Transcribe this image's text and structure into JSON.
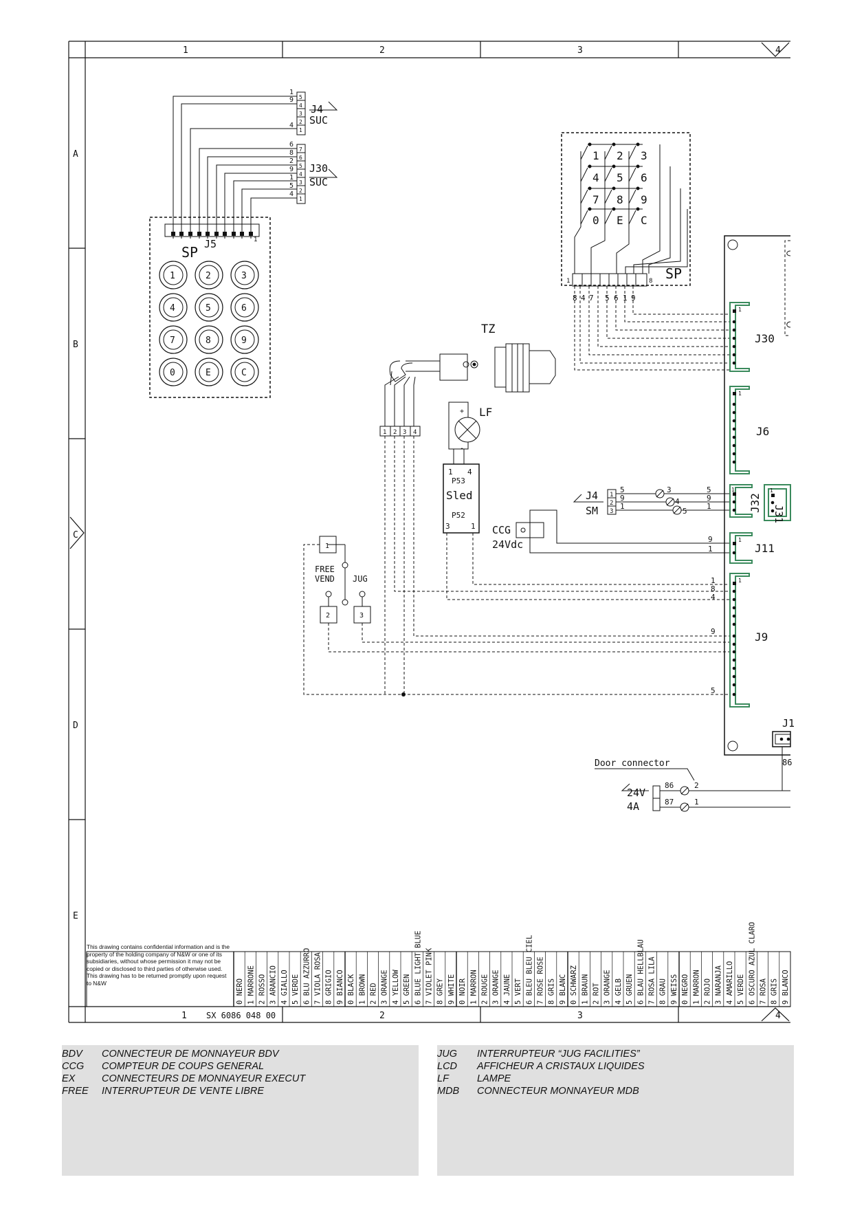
{
  "frame": {
    "columns": [
      "1",
      "2",
      "3",
      "4"
    ],
    "rows": [
      "A",
      "B",
      "C",
      "D",
      "E"
    ],
    "bottom_columns": [
      "1",
      "2",
      "3",
      "4"
    ],
    "drawing_code": "SX 6086 048 00"
  },
  "keypad_left": {
    "label": "SP",
    "connector": "J5",
    "connector_pin": "1",
    "buttons": [
      "1",
      "2",
      "3",
      "4",
      "5",
      "6",
      "7",
      "8",
      "9",
      "0",
      "E",
      "C"
    ],
    "j4_pins": [
      "1",
      "9",
      "4"
    ],
    "j4_label": "J4",
    "j4_arrow": "SUC",
    "j4_box_pins": [
      "5",
      "4",
      "3",
      "2",
      "1"
    ],
    "j30_pins": [
      "6",
      "8",
      "2",
      "9",
      "1",
      "5",
      "4"
    ],
    "j30_label": "J30",
    "j30_arrow": "SUC",
    "j30_box_pins": [
      "7",
      "6",
      "5",
      "4",
      "3",
      "2",
      "1"
    ]
  },
  "keypad_right": {
    "label": "SP",
    "keys": [
      "1",
      "2",
      "3",
      "4",
      "5",
      "6",
      "7",
      "8",
      "9",
      "0",
      "E",
      "C"
    ],
    "pin_first": "1",
    "pin_last": "8",
    "bottom_pins": [
      "8",
      "4",
      "7",
      "5",
      "6",
      "1",
      "9"
    ]
  },
  "tz": {
    "label": "TZ",
    "pins": [
      "1",
      "2",
      "3",
      "4"
    ]
  },
  "lamp": {
    "label": "LF",
    "plus": "+",
    "minus": "-"
  },
  "sled": {
    "pins_top": [
      "1",
      "4"
    ],
    "p53": "P53",
    "name": "Sled",
    "p52": "P52",
    "pins_bottom": [
      "3",
      "1"
    ]
  },
  "switches": {
    "free_vend": [
      "FREE",
      "VEND"
    ],
    "jug": "JUG",
    "box1": "1",
    "box2": "2",
    "box3": "3"
  },
  "sm": {
    "label": "J4",
    "arrow": "SM",
    "box_pins": [
      "1",
      "2",
      "3"
    ],
    "left_pins": [
      "5",
      "9",
      "1"
    ],
    "fast_on": [
      "3",
      "4",
      "5"
    ],
    "right_pins": [
      "5",
      "9",
      "1"
    ]
  },
  "ccg": {
    "label": "CCG",
    "voltage": "24Vdc",
    "pins": [
      "9",
      "1"
    ]
  },
  "board": {
    "connectors": [
      "J30",
      "J6",
      "J32",
      "J11",
      "J9",
      "J31",
      "J1"
    ],
    "pin1": "1",
    "j9_pins": [
      "1",
      "8",
      "4",
      "9",
      "5"
    ],
    "j31_partial": "J31",
    "j1_partial": "J1",
    "j1_pin": "86"
  },
  "door": {
    "title": "Door connector",
    "voltage": "24V",
    "current": "4A",
    "pins": [
      "86",
      "87"
    ],
    "fast_on": [
      "2",
      "1"
    ]
  },
  "confidential_note": "This drawing contains confidential information and is the property of the holding company of N&W or one of its subsidiaries, without whose permission it may not be copied or disclosed to third parties of otherwise used. This drawing has to be returned promptly upon request to N&W",
  "color_codes": [
    [
      "0",
      "NERO"
    ],
    [
      "1",
      "MARRONE"
    ],
    [
      "2",
      "ROSSO"
    ],
    [
      "3",
      "ARANCIO"
    ],
    [
      "4",
      "GIALLO"
    ],
    [
      "5",
      "VERDE"
    ],
    [
      "6",
      "BLU AZZURRO"
    ],
    [
      "7",
      "VIOLA ROSA"
    ],
    [
      "8",
      "GRIGIO"
    ],
    [
      "9",
      "BIANCO"
    ],
    [
      "0",
      "BLACK"
    ],
    [
      "1",
      "BROWN"
    ],
    [
      "2",
      "RED"
    ],
    [
      "3",
      "ORANGE"
    ],
    [
      "4",
      "YELLOW"
    ],
    [
      "5",
      "GREEN"
    ],
    [
      "6",
      "BLUE LIGHT BLUE"
    ],
    [
      "7",
      "VIOLET PINK"
    ],
    [
      "8",
      "GREY"
    ],
    [
      "9",
      "WHITE"
    ],
    [
      "0",
      "NOIR"
    ],
    [
      "1",
      "MARRON"
    ],
    [
      "2",
      "ROUGE"
    ],
    [
      "3",
      "ORANGE"
    ],
    [
      "4",
      "JAUNE"
    ],
    [
      "5",
      "VERT"
    ],
    [
      "6",
      "BLEU BLEU CIEL"
    ],
    [
      "7",
      "ROSE ROSE"
    ],
    [
      "8",
      "GRIS"
    ],
    [
      "9",
      "BLANC"
    ],
    [
      "0",
      "SCHWARZ"
    ],
    [
      "1",
      "BRAUN"
    ],
    [
      "2",
      "ROT"
    ],
    [
      "3",
      "ORANGE"
    ],
    [
      "4",
      "GELB"
    ],
    [
      "5",
      "GRUEN"
    ],
    [
      "6",
      "BLAU HELLBLAU"
    ],
    [
      "7",
      "ROSA LILA"
    ],
    [
      "8",
      "GRAU"
    ],
    [
      "9",
      "WEISS"
    ],
    [
      "0",
      "NEGRO"
    ],
    [
      "1",
      "MARRON"
    ],
    [
      "2",
      "ROJO"
    ],
    [
      "3",
      "NARANJA"
    ],
    [
      "4",
      "AMARILLO"
    ],
    [
      "5",
      "VERDE"
    ],
    [
      "6",
      "OSCURO AZUL CLARO"
    ],
    [
      "7",
      "ROSA"
    ],
    [
      "8",
      "GRIS"
    ],
    [
      "9",
      "BLANCO"
    ]
  ],
  "legend_left": [
    {
      "code": "BDV",
      "desc": "CONNECTEUR DE MONNAYEUR BDV"
    },
    {
      "code": "CCG",
      "desc": "COMPTEUR DE COUPS GENERAL"
    },
    {
      "code": "EX",
      "desc": "CONNECTEURS DE MONNAYEUR EXECUT"
    },
    {
      "code": "FREE",
      "desc": "INTERRUPTEUR DE VENTE LIBRE"
    }
  ],
  "legend_right": [
    {
      "code": "JUG",
      "desc": "INTERRUPTEUR “JUG FACILITIES”"
    },
    {
      "code": "LCD",
      "desc": "AFFICHEUR A CRISTAUX LIQUIDES"
    },
    {
      "code": "LF",
      "desc": "LAMPE"
    },
    {
      "code": "MDB",
      "desc": "CONNECTEUR  MONNAYEUR MDB"
    }
  ],
  "colors": {
    "connector_outline": "#3a8a5c",
    "legend_bg": "#e0e0e0"
  }
}
